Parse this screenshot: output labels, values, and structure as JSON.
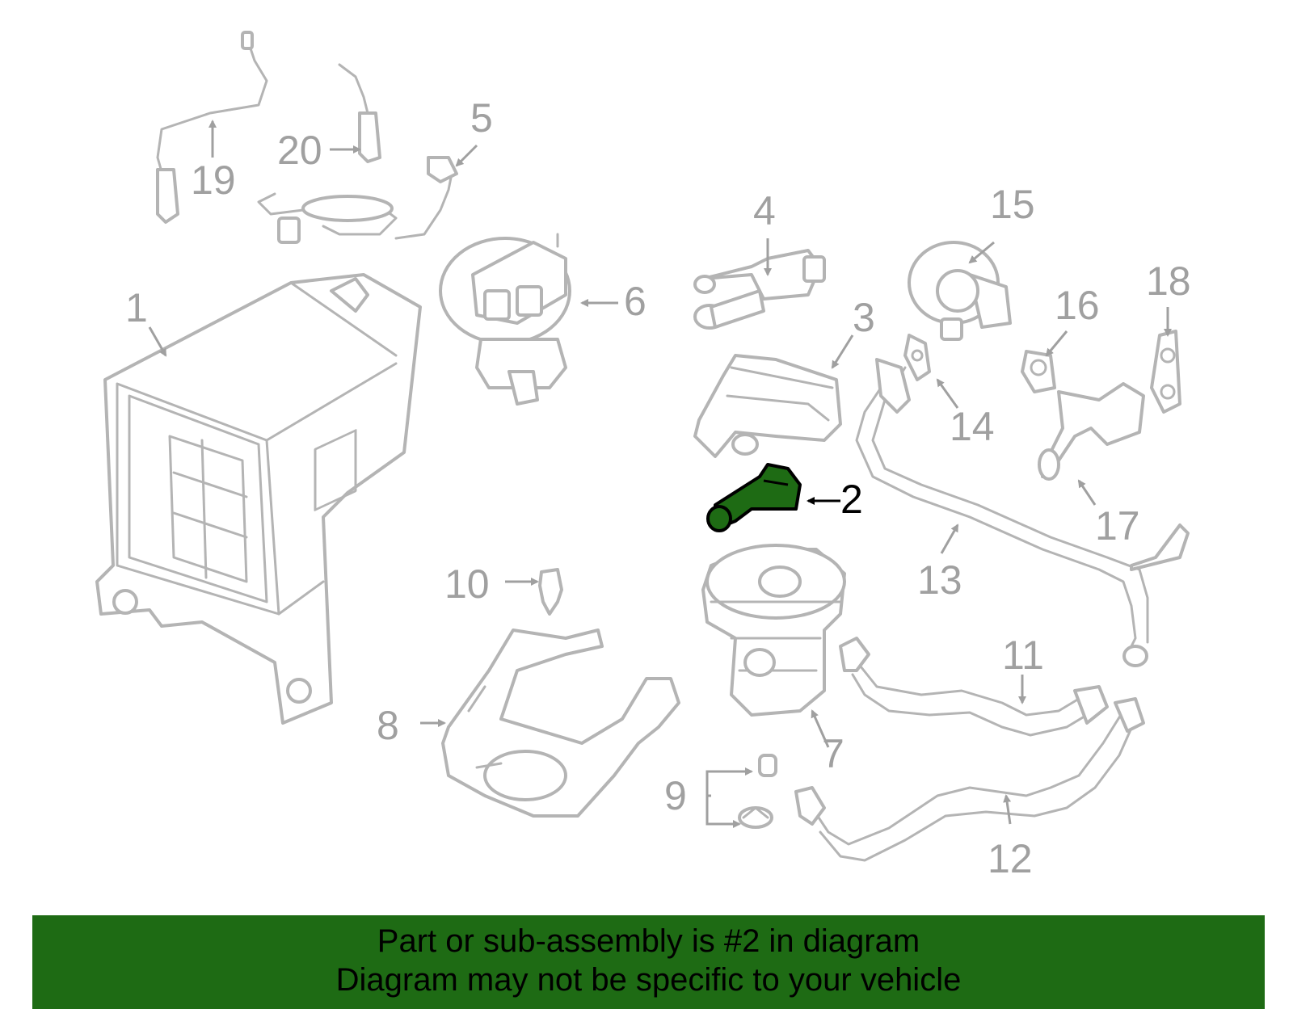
{
  "diagram": {
    "highlighted_part": "2",
    "callouts": [
      "1",
      "2",
      "3",
      "4",
      "5",
      "6",
      "7",
      "8",
      "9",
      "10",
      "11",
      "12",
      "13",
      "14",
      "15",
      "16",
      "17",
      "18",
      "19",
      "20"
    ]
  },
  "banner": {
    "line1": "Part or sub-assembly is #2 in diagram",
    "line2": "Diagram may not be specific to your vehicle",
    "color": "#1e6b14"
  }
}
